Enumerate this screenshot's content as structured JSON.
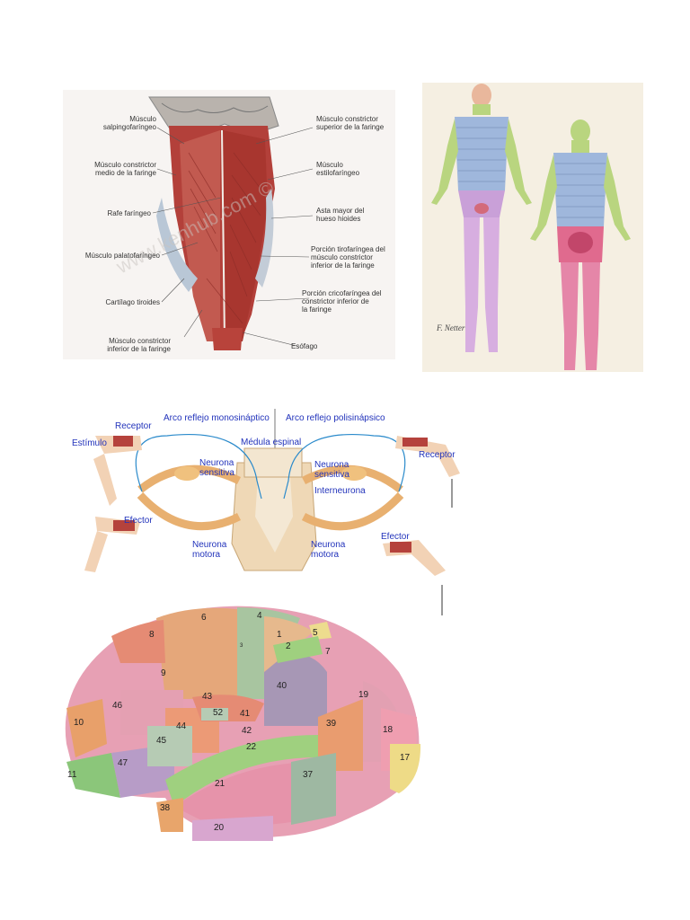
{
  "pharynx": {
    "watermark": "www.kenhub.com ©",
    "left_labels": [
      {
        "id": "l1",
        "text": "Músculo\nsalpingofaríngeo"
      },
      {
        "id": "l2",
        "text": "Músculo constrictor\nmedio de la faringe"
      },
      {
        "id": "l3",
        "text": "Rafe faríngeo"
      },
      {
        "id": "l4",
        "text": "Músculo palatofaríngeo"
      },
      {
        "id": "l5",
        "text": "Cartílago tiroides"
      },
      {
        "id": "l6",
        "text": "Músculo constrictor\ninferior de la faringe"
      }
    ],
    "right_labels": [
      {
        "id": "r1",
        "text": "Músculo constrictor\nsuperior de la faringe"
      },
      {
        "id": "r2",
        "text": "Músculo\nestilofaríngeo"
      },
      {
        "id": "r3",
        "text": "Asta mayor del\nhueso hioides"
      },
      {
        "id": "r4",
        "text": "Porción tirofaríngea del\nmúsculo constrictor\ninferior de la faringe"
      },
      {
        "id": "r5",
        "text": "Porción cricofaríngea del\nconstrictor inferior de\nla faringe"
      },
      {
        "id": "r6",
        "text": "Esófago"
      }
    ]
  },
  "reflex": {
    "title_left": "Arco reflejo monosináptico",
    "title_right": "Arco reflejo polisinápsico",
    "labels": {
      "receptor_left": "Receptor",
      "estimulo": "Estímulo",
      "medula": "Médula espinal",
      "neurona_sensitiva_left": "Neurona\nsensitiva",
      "neurona_sensitiva_right": "Neurona\nsensitiva",
      "interneurona": "Interneurona",
      "receptor_right": "Receptor",
      "efector_left": "Efector",
      "neurona_motora_left": "Neurona\nmotora",
      "neurona_motora_right": "Neurona\nmotora",
      "efector_right": "Efector"
    }
  },
  "brodmann": {
    "areas": [
      "6",
      "4",
      "8",
      "1",
      "5",
      "3",
      "2",
      "7",
      "9",
      "40",
      "19",
      "43",
      "46",
      "52",
      "41",
      "10",
      "44",
      "42",
      "39",
      "18",
      "45",
      "22",
      "17",
      "47",
      "37",
      "11",
      "21",
      "38",
      "20"
    ]
  },
  "colors": {
    "muscle": "#b5423c",
    "skin": "#f2d2b5",
    "nerve": "#2a8acb",
    "cord": "#e9c79a",
    "cerebro_pink": "#e7a0b4"
  }
}
